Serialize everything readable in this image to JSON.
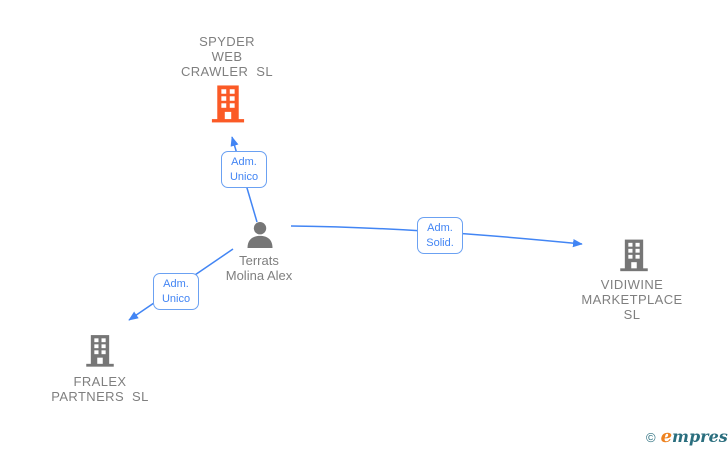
{
  "colors": {
    "edge_blue": "#4285f4",
    "box_border": "#6ba1f2",
    "box_text": "#4285f4",
    "entity_gray": "#7f7f7f",
    "icon_gray": "#767676",
    "company_orange": "#fb5a26",
    "logo_teal": "#2a6e7e",
    "logo_orange": "#ee8220"
  },
  "nodes": {
    "spyder": {
      "type": "company",
      "name": "SPYDER WEB CRAWLER SL",
      "name_lines": [
        "SPYDER",
        "WEB",
        "CRAWLER SL"
      ]
    },
    "person": {
      "type": "person",
      "name": "Terrats Molina Alex",
      "name_lines": [
        "Terrats",
        "Molina Alex"
      ]
    },
    "vidiwine": {
      "type": "company",
      "name": "VIDIWINE MARKETPLACE SL",
      "name_lines": [
        "VIDIWINE",
        "MARKETPLACE",
        "SL"
      ]
    },
    "fralex": {
      "type": "company",
      "name": "FRALEX PARTNERS SL",
      "name_lines": [
        "FRALEX",
        "PARTNERS SL"
      ]
    }
  },
  "edge_labels": {
    "spyder_admin": {
      "line1": "Adm.",
      "line2": "Unico"
    },
    "vidiwine_admin": {
      "line1": "Adm.",
      "line2": "Solid."
    },
    "fralex_admin": {
      "line1": "Adm.",
      "line2": "Unico"
    }
  },
  "watermark": {
    "copyright": "©",
    "brand_initial": "e",
    "brand_rest": "mpresia"
  }
}
